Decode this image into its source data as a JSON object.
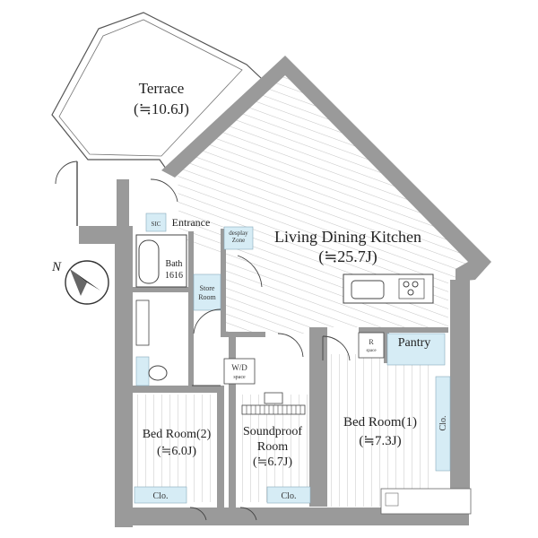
{
  "rooms": {
    "terrace": {
      "name": "Terrace",
      "size": "(≒10.6J)"
    },
    "ldk": {
      "name": "Living Dining Kitchen",
      "size": "(≒25.7J)"
    },
    "entrance": {
      "name": "Entrance"
    },
    "sic": {
      "name": "SIC"
    },
    "display": {
      "line1": "desplay",
      "line2": "Zone"
    },
    "bath": {
      "line1": "Bath",
      "line2": "1616"
    },
    "store": {
      "line1": "Store",
      "line2": "Room"
    },
    "wd": {
      "line1": "W/D",
      "line2": "space"
    },
    "r_space": {
      "line1": "R",
      "line2": "space"
    },
    "pantry": {
      "name": "Pantry"
    },
    "bed1": {
      "name": "Bed Room(1)",
      "size": "(≒7.3J)"
    },
    "bed2": {
      "name": "Bed Room(2)",
      "size": "(≒6.0J)"
    },
    "soundproof": {
      "line1": "Soundproof",
      "line2": "Room",
      "size": "(≒6.7J)"
    }
  },
  "closets": {
    "bed1": "Clo.",
    "bed2": "Clo.",
    "soundproof": "Clo."
  },
  "compass": {
    "label": "N"
  },
  "colors": {
    "wall": "#9a9a9a",
    "closet": "#d6ecf5",
    "hatch": "#b5b5b5"
  }
}
